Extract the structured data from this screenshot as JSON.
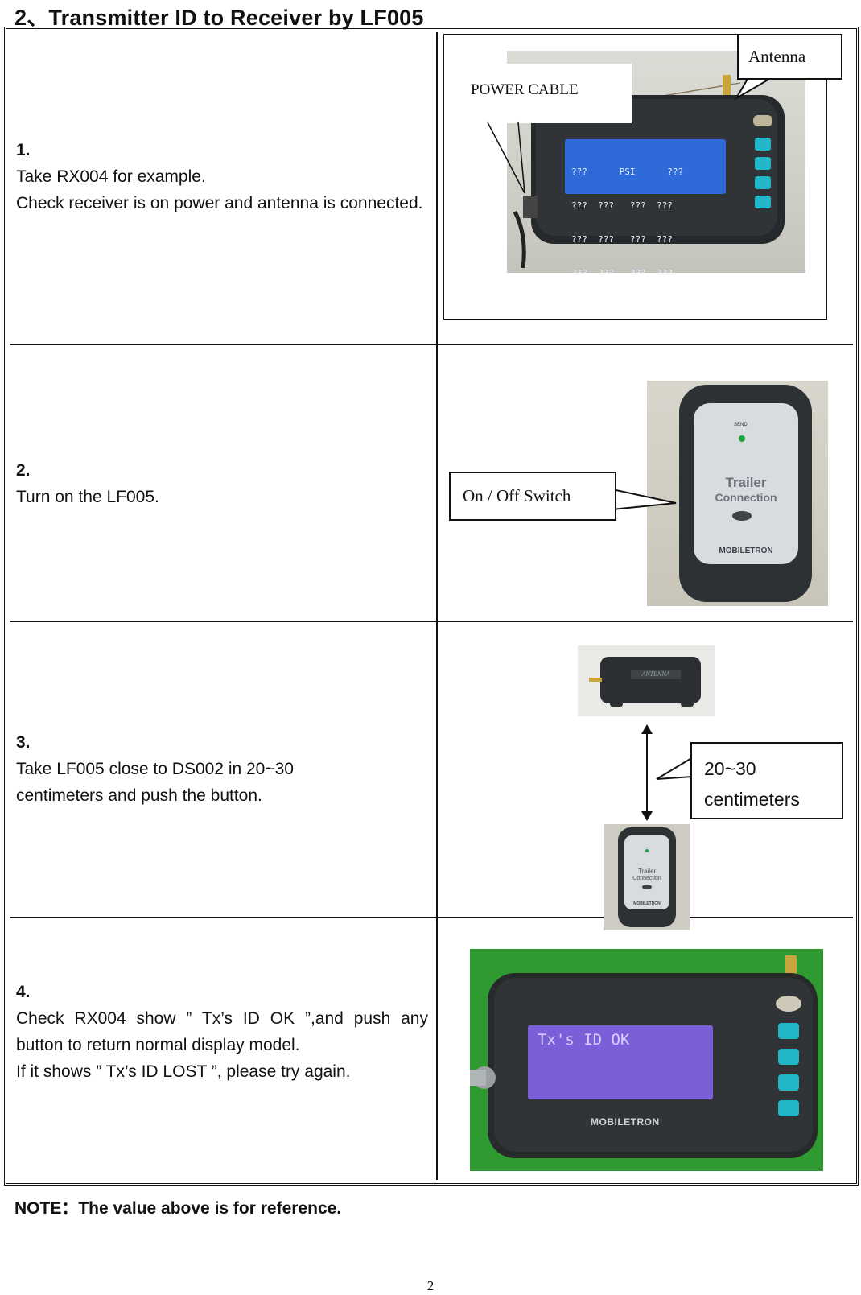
{
  "header": {
    "title": "2、Transmitter ID to Receiver by LF005"
  },
  "steps": [
    {
      "num": "1.",
      "lines": [
        "Take RX004 for example.",
        "Check receiver is on power and antenna is connected."
      ]
    },
    {
      "num": "2.",
      "lines": [
        "Turn on the LF005."
      ]
    },
    {
      "num": "3.",
      "lines": [
        "Take LF005 close to DS002 in 20~30 centimeters and push the button."
      ]
    },
    {
      "num": "4.",
      "lines": [
        "Check RX004 show ” Tx’s ID OK ”,and push any button to return normal display model.",
        "If it shows ” Tx’s ID LOST ”, please try again."
      ]
    }
  ],
  "callouts": {
    "power_cable": "POWER CABLE",
    "antenna": "Antenna",
    "switch": "On / Off Switch",
    "distance": "20~30 centimeters"
  },
  "device": {
    "screen_row1": "???      PSI      ???",
    "screen_row2": "???  ???   ???  ???",
    "screen_row3": "???  ???   ???  ???",
    "screen_row4": "???  ???   ???  ???",
    "screen_ok": "Tx's ID OK",
    "brand": "MOBILETRON",
    "trailer_line1": "Trailer",
    "trailer_line2": "Connection",
    "send_label": "SEND",
    "antenna_label": "ANTENNA"
  },
  "colors": {
    "lcd_blue": "#2f6bd8",
    "lcd_purple": "#7a5fd8",
    "bg_green": "#2f9a2f",
    "housing": "#2b2e30"
  },
  "footer": {
    "note": "NOTE：The value above is for reference.",
    "page": "2"
  }
}
